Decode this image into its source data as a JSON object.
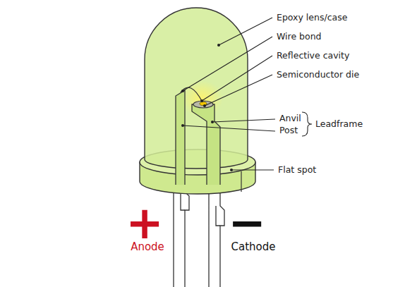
{
  "diagram": {
    "labels": [
      "Epoxy lens/case",
      "Wire bond",
      "Reflective cavity",
      "Semiconductor die",
      "Anvil",
      "Post",
      "Leadframe",
      "Flat spot",
      "+",
      "Anode",
      "−",
      "Cathode"
    ]
  }
}
